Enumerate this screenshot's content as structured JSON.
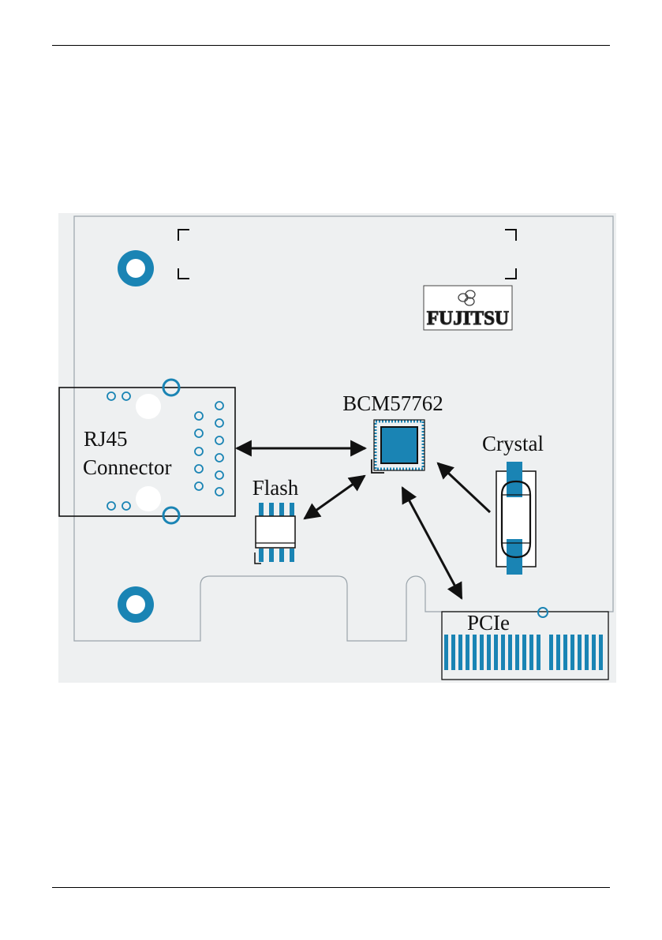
{
  "figure": {
    "labels": {
      "rj45_line1": "RJ45",
      "rj45_line2": "Connector",
      "controller": "BCM57762",
      "crystal": "Crystal",
      "flash": "Flash",
      "pcie": "PCIe"
    },
    "logo_text": "FUJITSU",
    "colors": {
      "board": "#eef0f1",
      "outline": "#9aa4ab",
      "accent": "#1a84b4",
      "text": "#111111"
    }
  }
}
